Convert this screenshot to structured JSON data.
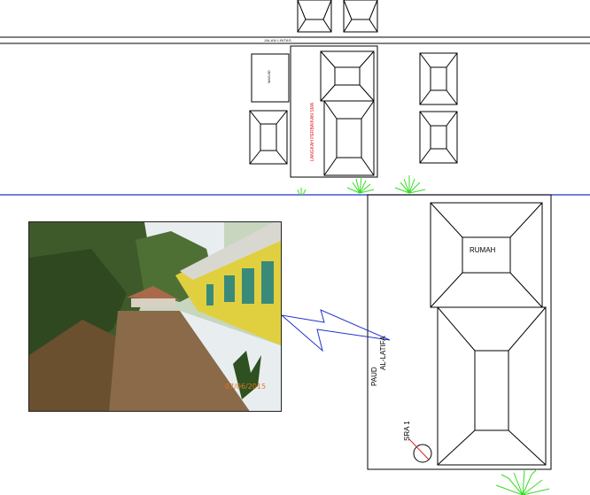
{
  "labels": {
    "road": "JALAN LINTAS",
    "masjid": "MASJID",
    "building_left_vertical": "LANGKAH PERBAIKAN SMA",
    "rumah": "RUMAH",
    "paud_line1": "PAUD",
    "paud_line2": "AL-LATIFA",
    "sra": "SRA 1"
  },
  "photo": {
    "date_stamp": "07/06/2015"
  },
  "colors": {
    "boundary_line": "#2233cc",
    "tree": "#33dd22",
    "arrow": "#2233cc",
    "red_label": "#dd2222",
    "date_stamp": "#e07820"
  }
}
